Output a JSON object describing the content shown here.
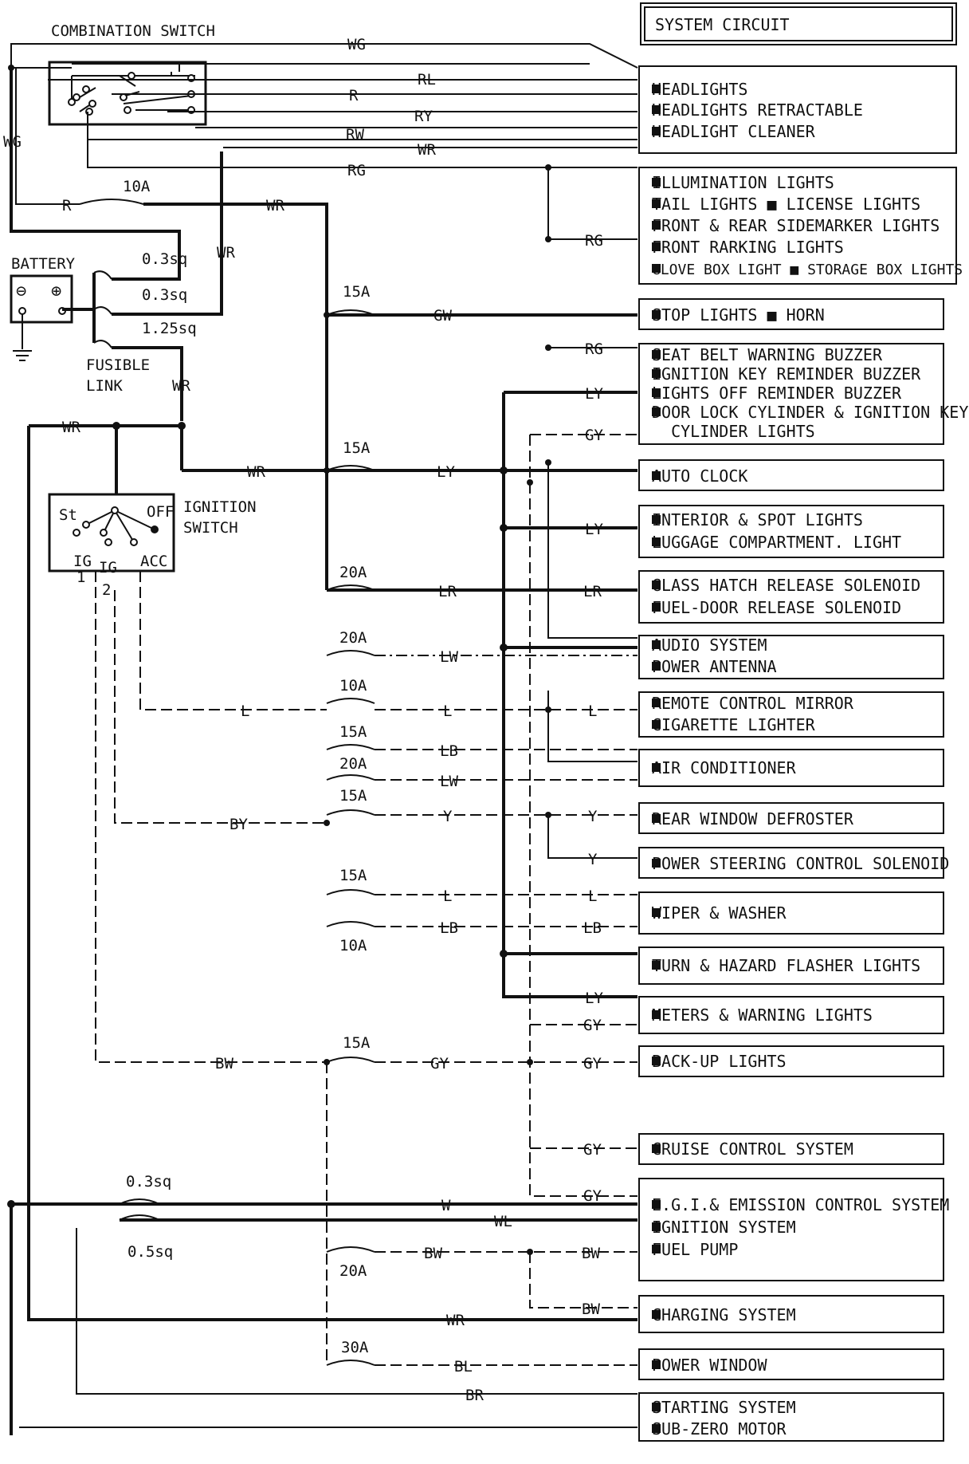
{
  "title": "SYSTEM CIRCUIT",
  "components": {
    "combination_switch": "COMBINATION SWITCH",
    "battery": "BATTERY",
    "fusible_link": [
      "FUSIBLE",
      "LINK"
    ],
    "ignition_switch": [
      "IGNITION",
      "SWITCH"
    ],
    "ignition_positions": {
      "st": "St",
      "off": "OFF",
      "ig1": [
        "IG",
        "1"
      ],
      "ig2": [
        "IG",
        "2"
      ],
      "acc": "ACC"
    },
    "battery_terminals": {
      "neg": "⊖",
      "pos": "⊕"
    }
  },
  "fuses": [
    "10A",
    "15A",
    "15A",
    "20A",
    "20A",
    "10A",
    "15A",
    "20A",
    "15A",
    "15A",
    "10A",
    "15A",
    "20A",
    "30A"
  ],
  "links": [
    "0.3sq",
    "0.3sq",
    "1.25sq",
    "0.3sq",
    "0.5sq"
  ],
  "wires": {
    "wg_top": "WG",
    "wg_left": "WG",
    "rl": "RL",
    "r_top": "R",
    "ry": "RY",
    "rw": "RW",
    "wr_top": "WR",
    "rg_top": "RG",
    "r_fuse": "R",
    "wr_fuse": "WR",
    "wr_vert": "WR",
    "wr_fusible": "WR",
    "wr_ign": "WR",
    "wr_main": "WR",
    "rg_1": "RG",
    "gw": "GW",
    "rg_2": "RG",
    "ly_1": "LY",
    "gy_1": "GY",
    "ly_2": "LY",
    "ly_3": "LY",
    "lr_1": "LR",
    "lr_2": "LR",
    "lw_1": "LW",
    "l_1": "L",
    "l_2": "L",
    "l_3": "L",
    "lb_1": "LB",
    "lw_2": "LW",
    "by": "BY",
    "y_1": "Y",
    "y_2": "Y",
    "y_3": "Y",
    "l_4": "L",
    "l_5": "L",
    "lb_2": "LB",
    "lb_3": "LB",
    "ly_4": "LY",
    "gy_2": "GY",
    "bw_1": "BW",
    "gy_3": "GY",
    "gy_4": "GY",
    "gy_5": "GY",
    "gy_6": "GY",
    "w": "W",
    "wl": "WL",
    "bw_2": "BW",
    "bw_3": "BW",
    "bw_4": "BW",
    "wr_bottom": "WR",
    "bl": "BL",
    "br": "BR"
  },
  "systems": [
    [
      "HEADLIGHTS",
      "HEADLIGHTS RETRACTABLE",
      "HEADLIGHT CLEANER"
    ],
    [
      "ILLUMINATION LIGHTS",
      "TAIL LIGHTS ■ LICENSE LIGHTS",
      "FRONT & REAR SIDEMARKER LIGHTS",
      "FRONT RARKING LIGHTS",
      "GLOVE BOX LIGHT ■ STORAGE BOX LIGHTS"
    ],
    [
      "STOP LIGHTS   ■ HORN"
    ],
    [
      "SEAT BELT WARNING BUZZER",
      "IGNITION KEY REMINDER BUZZER",
      "LIGHTS OFF REMINDER BUZZER",
      "DOOR LOCK CYLINDER & IGNITION KEY",
      "  CYLINDER LIGHTS"
    ],
    [
      "AUTO CLOCK"
    ],
    [
      "INTERIOR & SPOT LIGHTS",
      "LUGGAGE COMPARTMENT. LIGHT"
    ],
    [
      "GLASS HATCH RELEASE SOLENOID",
      "FUEL-DOOR RELEASE SOLENOID"
    ],
    [
      "AUDIO SYSTEM",
      "POWER ANTENNA"
    ],
    [
      "REMOTE CONTROL MIRROR",
      "CIGARETTE LIGHTER"
    ],
    [
      "AIR CONDITIONER"
    ],
    [
      "REAR WINDOW DEFROSTER"
    ],
    [
      "POWER STEERING CONTROL SOLENOID"
    ],
    [
      "WIPER & WASHER"
    ],
    [
      "TURN & HAZARD FLASHER LIGHTS"
    ],
    [
      "METERS & WARNING LIGHTS"
    ],
    [
      "BACK-UP LIGHTS"
    ],
    [
      "CRUISE CONTROL SYSTEM"
    ],
    [
      "E.G.I.& EMISSION CONTROL SYSTEM",
      "IGNITION SYSTEM",
      "FUEL PUMP"
    ],
    [
      "CHARGING SYSTEM"
    ],
    [
      "POWER WINDOW"
    ],
    [
      "STARTING SYSTEM",
      "SUB-ZERO MOTOR"
    ]
  ]
}
